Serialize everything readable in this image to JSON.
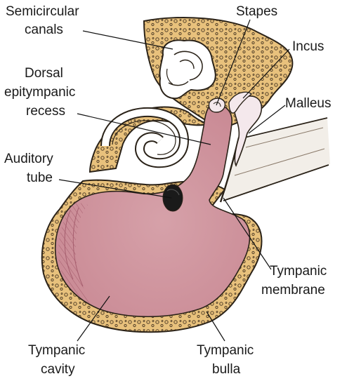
{
  "labels": {
    "semicircular_canals": [
      "Semicircular",
      "canals"
    ],
    "stapes": "Stapes",
    "incus": "Incus",
    "malleus": "Malleus",
    "dorsal_epitympanic_recess": [
      "Dorsal",
      "epitympanic",
      "recess"
    ],
    "auditory_tube": [
      "Auditory",
      "tube"
    ],
    "tympanic_membrane": [
      "Tympanic",
      "membrane"
    ],
    "tympanic_cavity": [
      "Tympanic",
      "cavity"
    ],
    "tympanic_bulla": [
      "Tympanic",
      "bulla"
    ]
  },
  "colors": {
    "bone": "#e8c17c",
    "bone_outline": "#2a2218",
    "cavity": "#d9a3ab",
    "cavity_shade": "#b06a78",
    "labyrinth": "#ffffff",
    "ossicle": "#f4e8ec",
    "ear_canal": "#f2eee8",
    "lumen": "#1a1a1a"
  }
}
